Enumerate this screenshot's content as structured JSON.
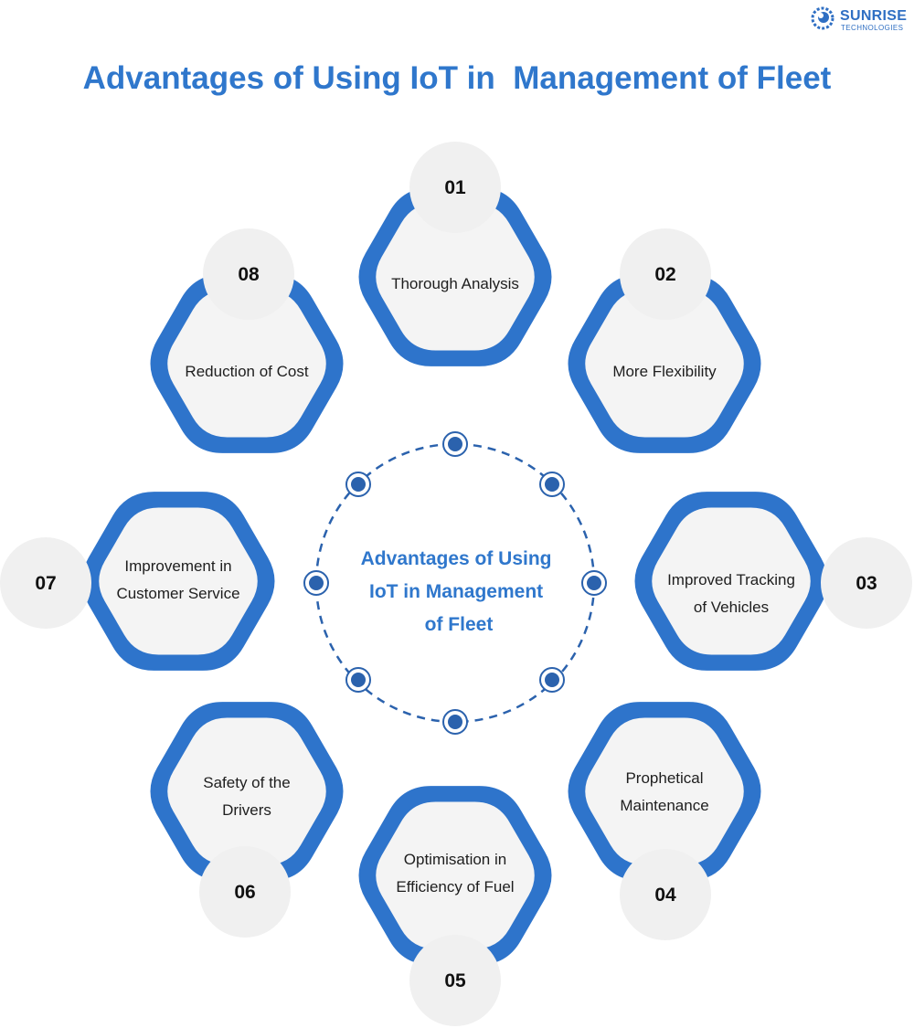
{
  "brand": {
    "name": "SUNRISE",
    "subtitle": "TECHNOLOGIES"
  },
  "title": "Advantages of Using IoT in  Management of Fleet",
  "center": {
    "lines": [
      "Advantages of Using",
      "IoT in  Management",
      "of Fleet"
    ]
  },
  "colors": {
    "accent": "#2f77cc",
    "hex_ring": "#2e74cb",
    "hex_fill": "#f4f4f4",
    "badge": "#f0f0f0",
    "dots": "#2b62ad"
  },
  "items": [
    {
      "number": "01",
      "label": [
        "Thorough Analysis"
      ]
    },
    {
      "number": "02",
      "label": [
        "More Flexibility"
      ]
    },
    {
      "number": "03",
      "label": [
        "Improved Tracking",
        "of Vehicles"
      ]
    },
    {
      "number": "04",
      "label": [
        "Prophetical",
        "Maintenance"
      ]
    },
    {
      "number": "05",
      "label": [
        "Optimisation in",
        "Efficiency of Fuel"
      ]
    },
    {
      "number": "06",
      "label": [
        "Safety of the",
        "Drivers"
      ]
    },
    {
      "number": "07",
      "label": [
        "Improvement in",
        "Customer Service"
      ]
    },
    {
      "number": "08",
      "label": [
        "Reduction of Cost"
      ]
    }
  ]
}
